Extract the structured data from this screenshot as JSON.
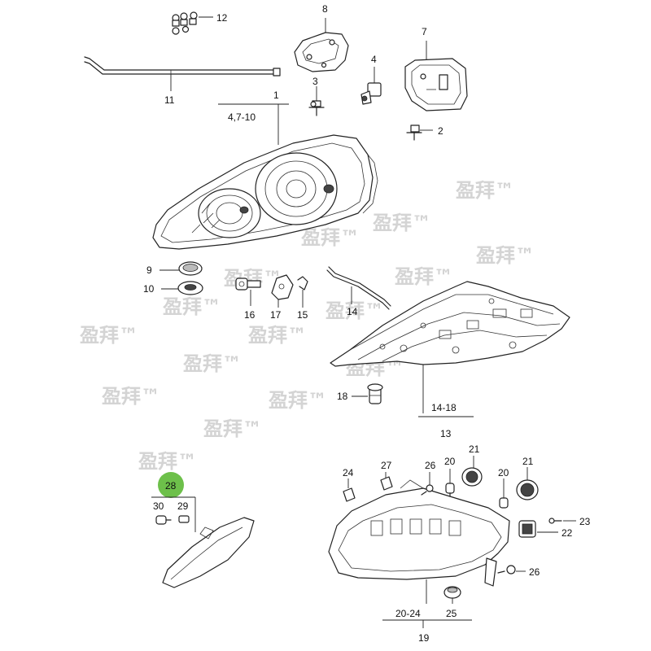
{
  "watermark_text": "盈拜™",
  "accent_color": "#6dc04a",
  "callouts": {
    "c1": "1",
    "c4_7_10": "4,7-10",
    "c2": "2",
    "c3": "3",
    "c4": "4",
    "c7": "7",
    "c8": "8",
    "c9": "9",
    "c10": "10",
    "c11": "11",
    "c12": "12",
    "c13": "13",
    "c14": "14",
    "c14_18": "14-18",
    "c15": "15",
    "c16": "16",
    "c17": "17",
    "c18": "18",
    "c19": "19",
    "c20a": "20",
    "c20b": "20",
    "c20_24": "20-24",
    "c21a": "21",
    "c21b": "21",
    "c22": "22",
    "c23": "23",
    "c24": "24",
    "c25": "25",
    "c26a": "26",
    "c26b": "26",
    "c27": "27",
    "c28": "28",
    "c29": "29",
    "c30": "30"
  }
}
